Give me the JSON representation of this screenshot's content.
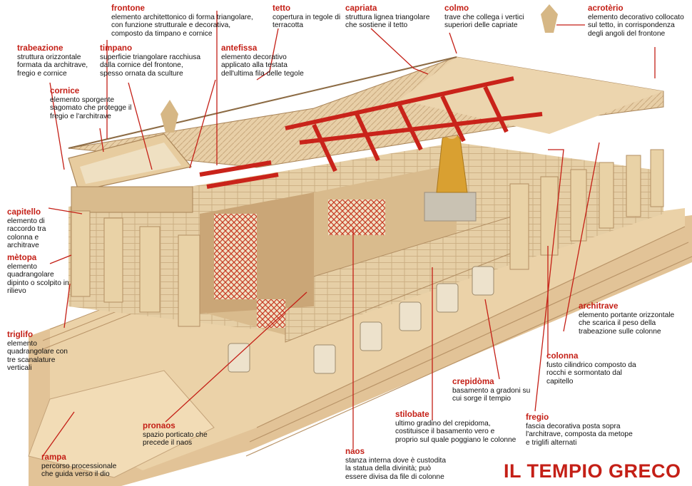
{
  "title": "IL TEMPIO GRECO",
  "accent_color": "#c41f16",
  "labels": {
    "frontone": {
      "title": "frontone",
      "desc": "elemento architettonico di forma triangolare, con funzione strutturale e decorativa, composto da timpano e cornice"
    },
    "tetto": {
      "title": "tetto",
      "desc": "copertura in tegole di terracotta"
    },
    "capriata": {
      "title": "capriata",
      "desc": "struttura lignea triangolare che sostiene il tetto"
    },
    "colmo": {
      "title": "colmo",
      "desc": "trave che collega i vertici superiori delle capriate"
    },
    "acroterio": {
      "title": "acrotèrio",
      "desc": "elemento decorativo collocato sul tetto, in corrispondenza degli angoli del frontone"
    },
    "trabeazione": {
      "title": "trabeazione",
      "desc": "struttura orizzontale formata da architrave, fregio e cornice"
    },
    "timpano": {
      "title": "timpano",
      "desc": "superficie triangolare racchiusa dalla cornice del frontone, spesso ornata da sculture"
    },
    "antefissa": {
      "title": "antefissa",
      "desc": "elemento decorativo applicato alla testata dell'ultima fila delle tegole"
    },
    "cornice": {
      "title": "cornice",
      "desc": "elemento sporgente sagomato che protegge il fregio e l'architrave"
    },
    "capitello": {
      "title": "capitello",
      "desc": "elemento di raccordo tra colonna e architrave"
    },
    "metopa": {
      "title": "mètopa",
      "desc": "elemento quadrangolare dipinto o scolpito in rilievo"
    },
    "triglifo": {
      "title": "triglifo",
      "desc": "elemento quadrangolare con tre scanalature verticali"
    },
    "architrave": {
      "title": "architrave",
      "desc": "elemento portante orizzontale che scarica il peso della trabeazione sulle colonne"
    },
    "colonna": {
      "title": "colonna",
      "desc": "fusto cilindrico composto da rocchi e sormontato dal capitello"
    },
    "crepidoma": {
      "title": "crepidòma",
      "desc": "basamento a gradoni su cui sorge il tempio"
    },
    "stilobate": {
      "title": "stilobate",
      "desc": "ultimo gradino del crepidoma, costituisce il basamento vero e proprio sul quale poggiano le colonne"
    },
    "fregio": {
      "title": "fregio",
      "desc": "fascia decorativa posta sopra l'architrave, composta da metope e triglifi alternati"
    },
    "pronaos": {
      "title": "pronaos",
      "desc": "spazio porticato che precede il naos"
    },
    "rampa": {
      "title": "rampa",
      "desc": "percorso processionale che guida verso il dio"
    },
    "naos": {
      "title": "naos",
      "desc": "stanza interna dove è custodita la statua della divinità; può essere divisa da file di colonne"
    }
  }
}
